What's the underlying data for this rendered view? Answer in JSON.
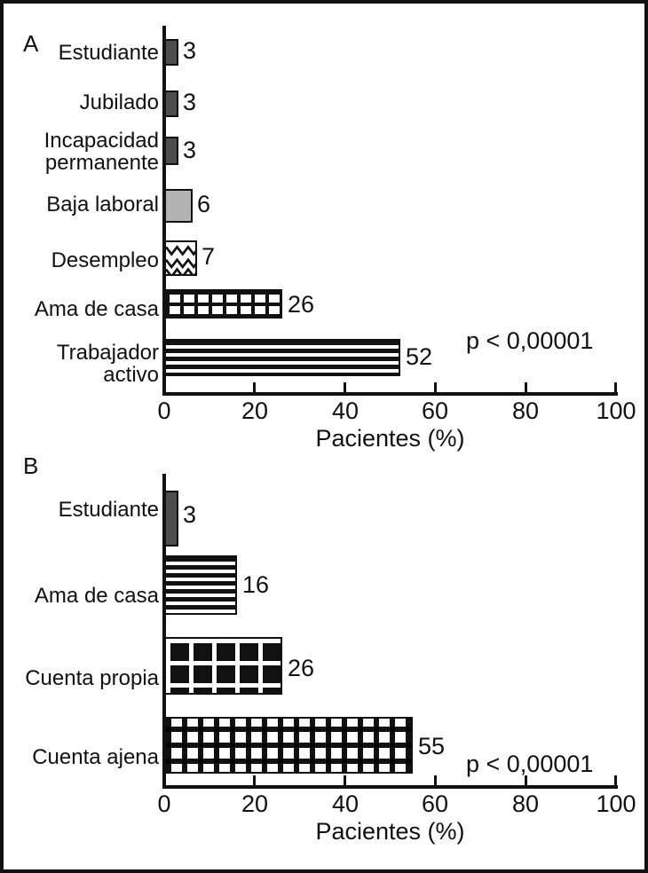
{
  "figure": {
    "frame_color": "#111111",
    "background": "#ffffff"
  },
  "chart_data": [
    {
      "id": "panel-a",
      "type": "bar",
      "orientation": "horizontal",
      "panel_label": "A",
      "title": "",
      "xlabel": "Pacientes (%)",
      "ylabel": "",
      "xlim": [
        0,
        100
      ],
      "xticks": [
        0,
        20,
        40,
        60,
        80,
        100
      ],
      "xtick_labels": [
        "0",
        "20",
        "40",
        "60",
        "80",
        "100"
      ],
      "grid": false,
      "legend": "none",
      "annotation": "p < 0,00001",
      "categories": [
        "Estudiante",
        "Jubilado",
        "Incapacidad\npermanente",
        "Baja laboral",
        "Desempleo",
        "Ama de casa",
        "Trabajador\nactivo"
      ],
      "values": [
        3,
        3,
        3,
        6,
        7,
        26,
        52
      ],
      "value_labels": [
        "3",
        "3",
        "3",
        "6",
        "7",
        "26",
        "52"
      ],
      "fills": [
        "dark-gray",
        "dark-gray",
        "dark-gray",
        "light-gray",
        "wave-pattern",
        "black-grid-on-white",
        "horizontal-stripes"
      ]
    },
    {
      "id": "panel-b",
      "type": "bar",
      "orientation": "horizontal",
      "panel_label": "B",
      "title": "",
      "xlabel": "Pacientes (%)",
      "ylabel": "",
      "xlim": [
        0,
        100
      ],
      "xticks": [
        0,
        20,
        40,
        60,
        80,
        100
      ],
      "xtick_labels": [
        "0",
        "20",
        "40",
        "60",
        "80",
        "100"
      ],
      "grid": false,
      "legend": "none",
      "annotation": "p < 0,00001",
      "categories": [
        "Estudiante",
        "Ama de casa",
        "Cuenta propia",
        "Cuenta ajena"
      ],
      "values": [
        3,
        16,
        26,
        55
      ],
      "value_labels": [
        "3",
        "16",
        "26",
        "55"
      ],
      "fills": [
        "dark-gray",
        "horizontal-stripes",
        "black-with-white-grid",
        "scattered-squares"
      ]
    }
  ],
  "colors": {
    "dark_gray": "#4d4d4d",
    "light_gray": "#b3b3b3",
    "black": "#111111",
    "white": "#ffffff"
  }
}
